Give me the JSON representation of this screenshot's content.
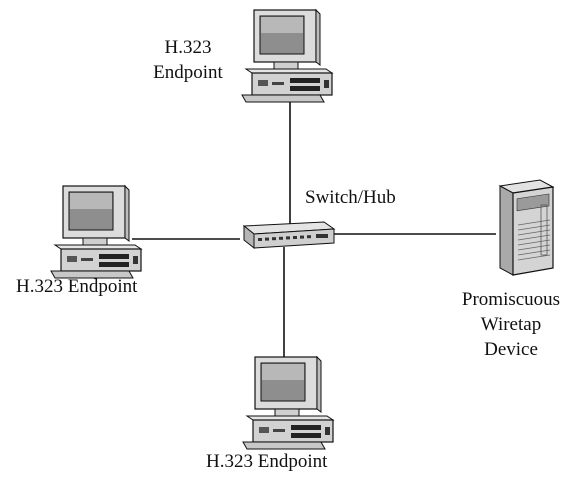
{
  "labels": {
    "top_endpoint_line1": "H.323",
    "top_endpoint_line2": "Endpoint",
    "left_endpoint": "H.323 Endpoint",
    "bottom_endpoint": "H.323 Endpoint",
    "switch": "Switch/Hub",
    "wiretap_line1": "Promiscuous",
    "wiretap_line2": "Wiretap",
    "wiretap_line3": "Device"
  },
  "icons": {
    "endpoint": "desktop-computer-icon",
    "switch": "network-switch-icon",
    "wiretap": "server-tower-icon"
  },
  "colors": {
    "line": "#111111",
    "icon_fill": "#d9d9d9",
    "screen": "#8a8a8a"
  }
}
